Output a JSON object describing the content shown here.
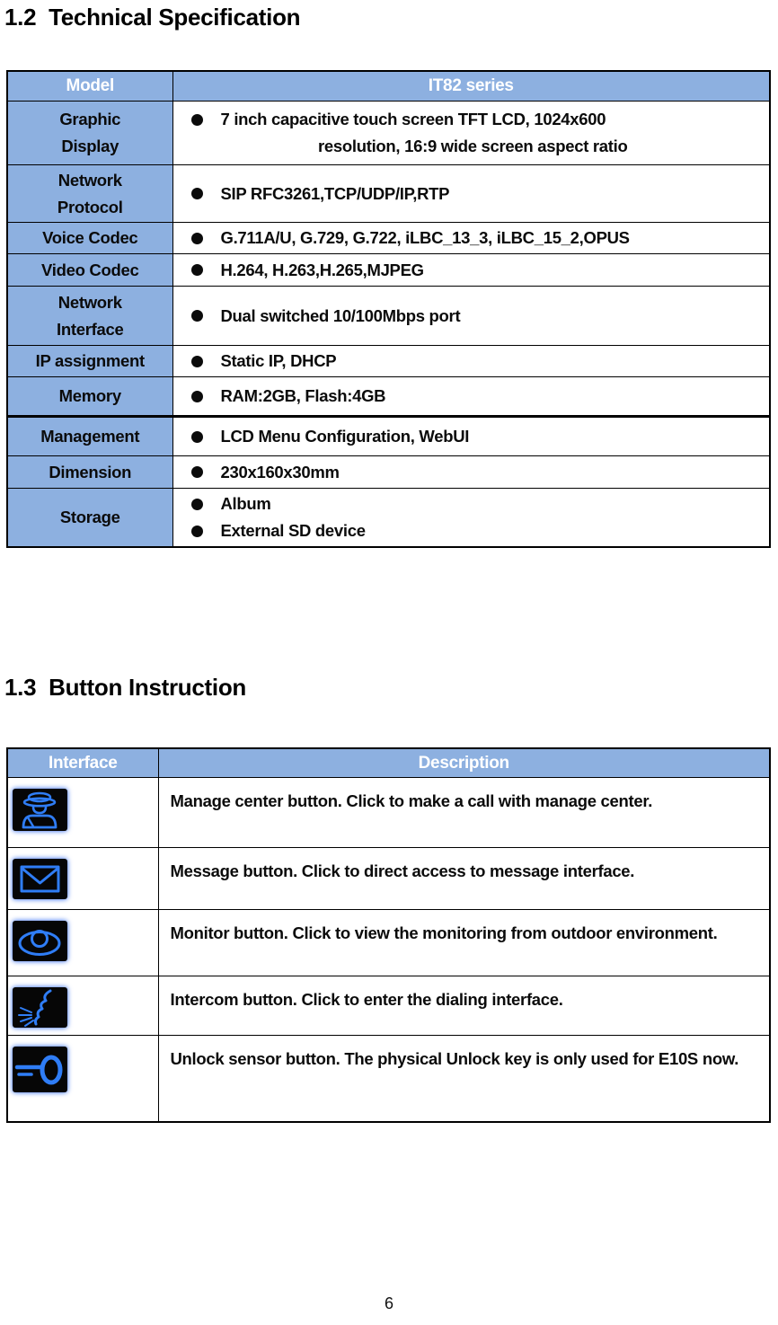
{
  "page_number": "6",
  "colors": {
    "table_header_bg": "#8DB0E0",
    "label_cell_bg": "#8DB0E0",
    "icon_stroke_blue": "#2F7DF6",
    "icon_glow_blue": "#1D5DF0",
    "icon_bg": "#060606",
    "border": "#000000"
  },
  "section_spec": {
    "heading": "1.2  Technical Specification",
    "table": {
      "col_model": "Model",
      "col_value": "IT82 series",
      "rows": [
        {
          "label": "Graphic Display",
          "lines": [
            "7 inch capacitive touch screen TFT LCD, 1024x600",
            "resolution, 16:9 wide screen aspect ratio"
          ]
        },
        {
          "label": "Network Protocol",
          "lines": [
            "SIP RFC3261,TCP/UDP/IP,RTP"
          ]
        },
        {
          "label": "Voice Codec",
          "lines": [
            "G.711A/U, G.729, G.722, iLBC_13_3, iLBC_15_2,OPUS"
          ]
        },
        {
          "label": "Video Codec",
          "lines": [
            "H.264, H.263,H.265,MJPEG"
          ]
        },
        {
          "label": "Network Interface",
          "lines": [
            "Dual switched 10/100Mbps port"
          ]
        },
        {
          "label": "IP assignment",
          "lines": [
            "Static IP, DHCP"
          ]
        },
        {
          "label": "Memory",
          "lines": [
            "RAM:2GB, Flash:4GB"
          ]
        },
        {
          "label": "Management",
          "lines": [
            "LCD Menu Configuration, WebUI"
          ]
        },
        {
          "label": "Dimension",
          "lines": [
            "230x160x30mm"
          ]
        },
        {
          "label": "Storage",
          "lines": [
            "Album",
            "External SD device"
          ]
        }
      ]
    }
  },
  "section_buttons": {
    "heading": "1.3  Button Instruction",
    "table": {
      "col_interface": "Interface",
      "col_description": "Description",
      "rows": [
        {
          "icon": "manage-center-icon",
          "description": "Manage center button. Click to make a call with manage center."
        },
        {
          "icon": "message-icon",
          "description": "Message button. Click to direct access to message interface."
        },
        {
          "icon": "monitor-icon",
          "description": "Monitor button. Click to view the monitoring from outdoor environment."
        },
        {
          "icon": "intercom-icon",
          "description": "Intercom button. Click to enter the dialing interface."
        },
        {
          "icon": "unlock-icon",
          "description": "Unlock sensor button. The physical Unlock key is only used for E10S now."
        }
      ]
    }
  }
}
